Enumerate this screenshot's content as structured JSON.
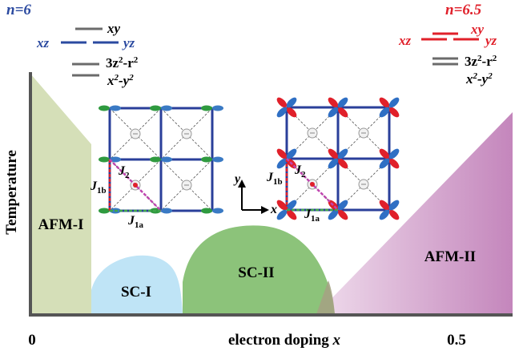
{
  "axes": {
    "xlabel_text": "electron doping ",
    "xlabel_var": "x",
    "ylabel": "Temperature",
    "x_ticks": [
      "0",
      "0.5"
    ]
  },
  "phases": {
    "afm1": "AFM-I",
    "sc1": "SC-I",
    "sc2": "SC-II",
    "afm2": "AFM-II"
  },
  "left_levels": {
    "n_label": "n=6",
    "xy": "xy",
    "xz": "xz",
    "yz": "yz",
    "z2_pre": "3z",
    "z2_sup": "2",
    "z2_mid": "-r",
    "z2_sup2": "2",
    "x2_pre": "x",
    "x2_sup": "2",
    "x2_mid": "-y",
    "x2_sup2": "2"
  },
  "right_levels": {
    "n_label": "n=6.5",
    "xy": "xy",
    "xz": "xz",
    "yz": "yz",
    "z2_pre": "3z",
    "z2_sup": "2",
    "z2_mid": "-r",
    "z2_sup2": "2",
    "x2_pre": "x",
    "x2_sup": "2",
    "x2_mid": "-y",
    "x2_sup2": "2"
  },
  "couplings": {
    "j_left": {
      "j1b": "J",
      "j1b_sub": "1b",
      "j2": "J",
      "j2_sub": "2",
      "j1a": "J",
      "j1a_sub": "1a"
    },
    "j_right": {
      "j1b": "J",
      "j1b_sub": "1b",
      "j2": "J",
      "j2_sub": "2",
      "j1a": "J",
      "j1a_sub": "1a"
    },
    "axis_x": "x",
    "axis_y": "y"
  },
  "colors": {
    "afm1": "#d5dfb8",
    "sc1": "#bfe4f6",
    "sc2": "#8cc37a",
    "afm2": "#c486bc",
    "lattice": "#2a3f9a",
    "blue_label": "#2b4aa0",
    "red_label": "#e0202a"
  }
}
